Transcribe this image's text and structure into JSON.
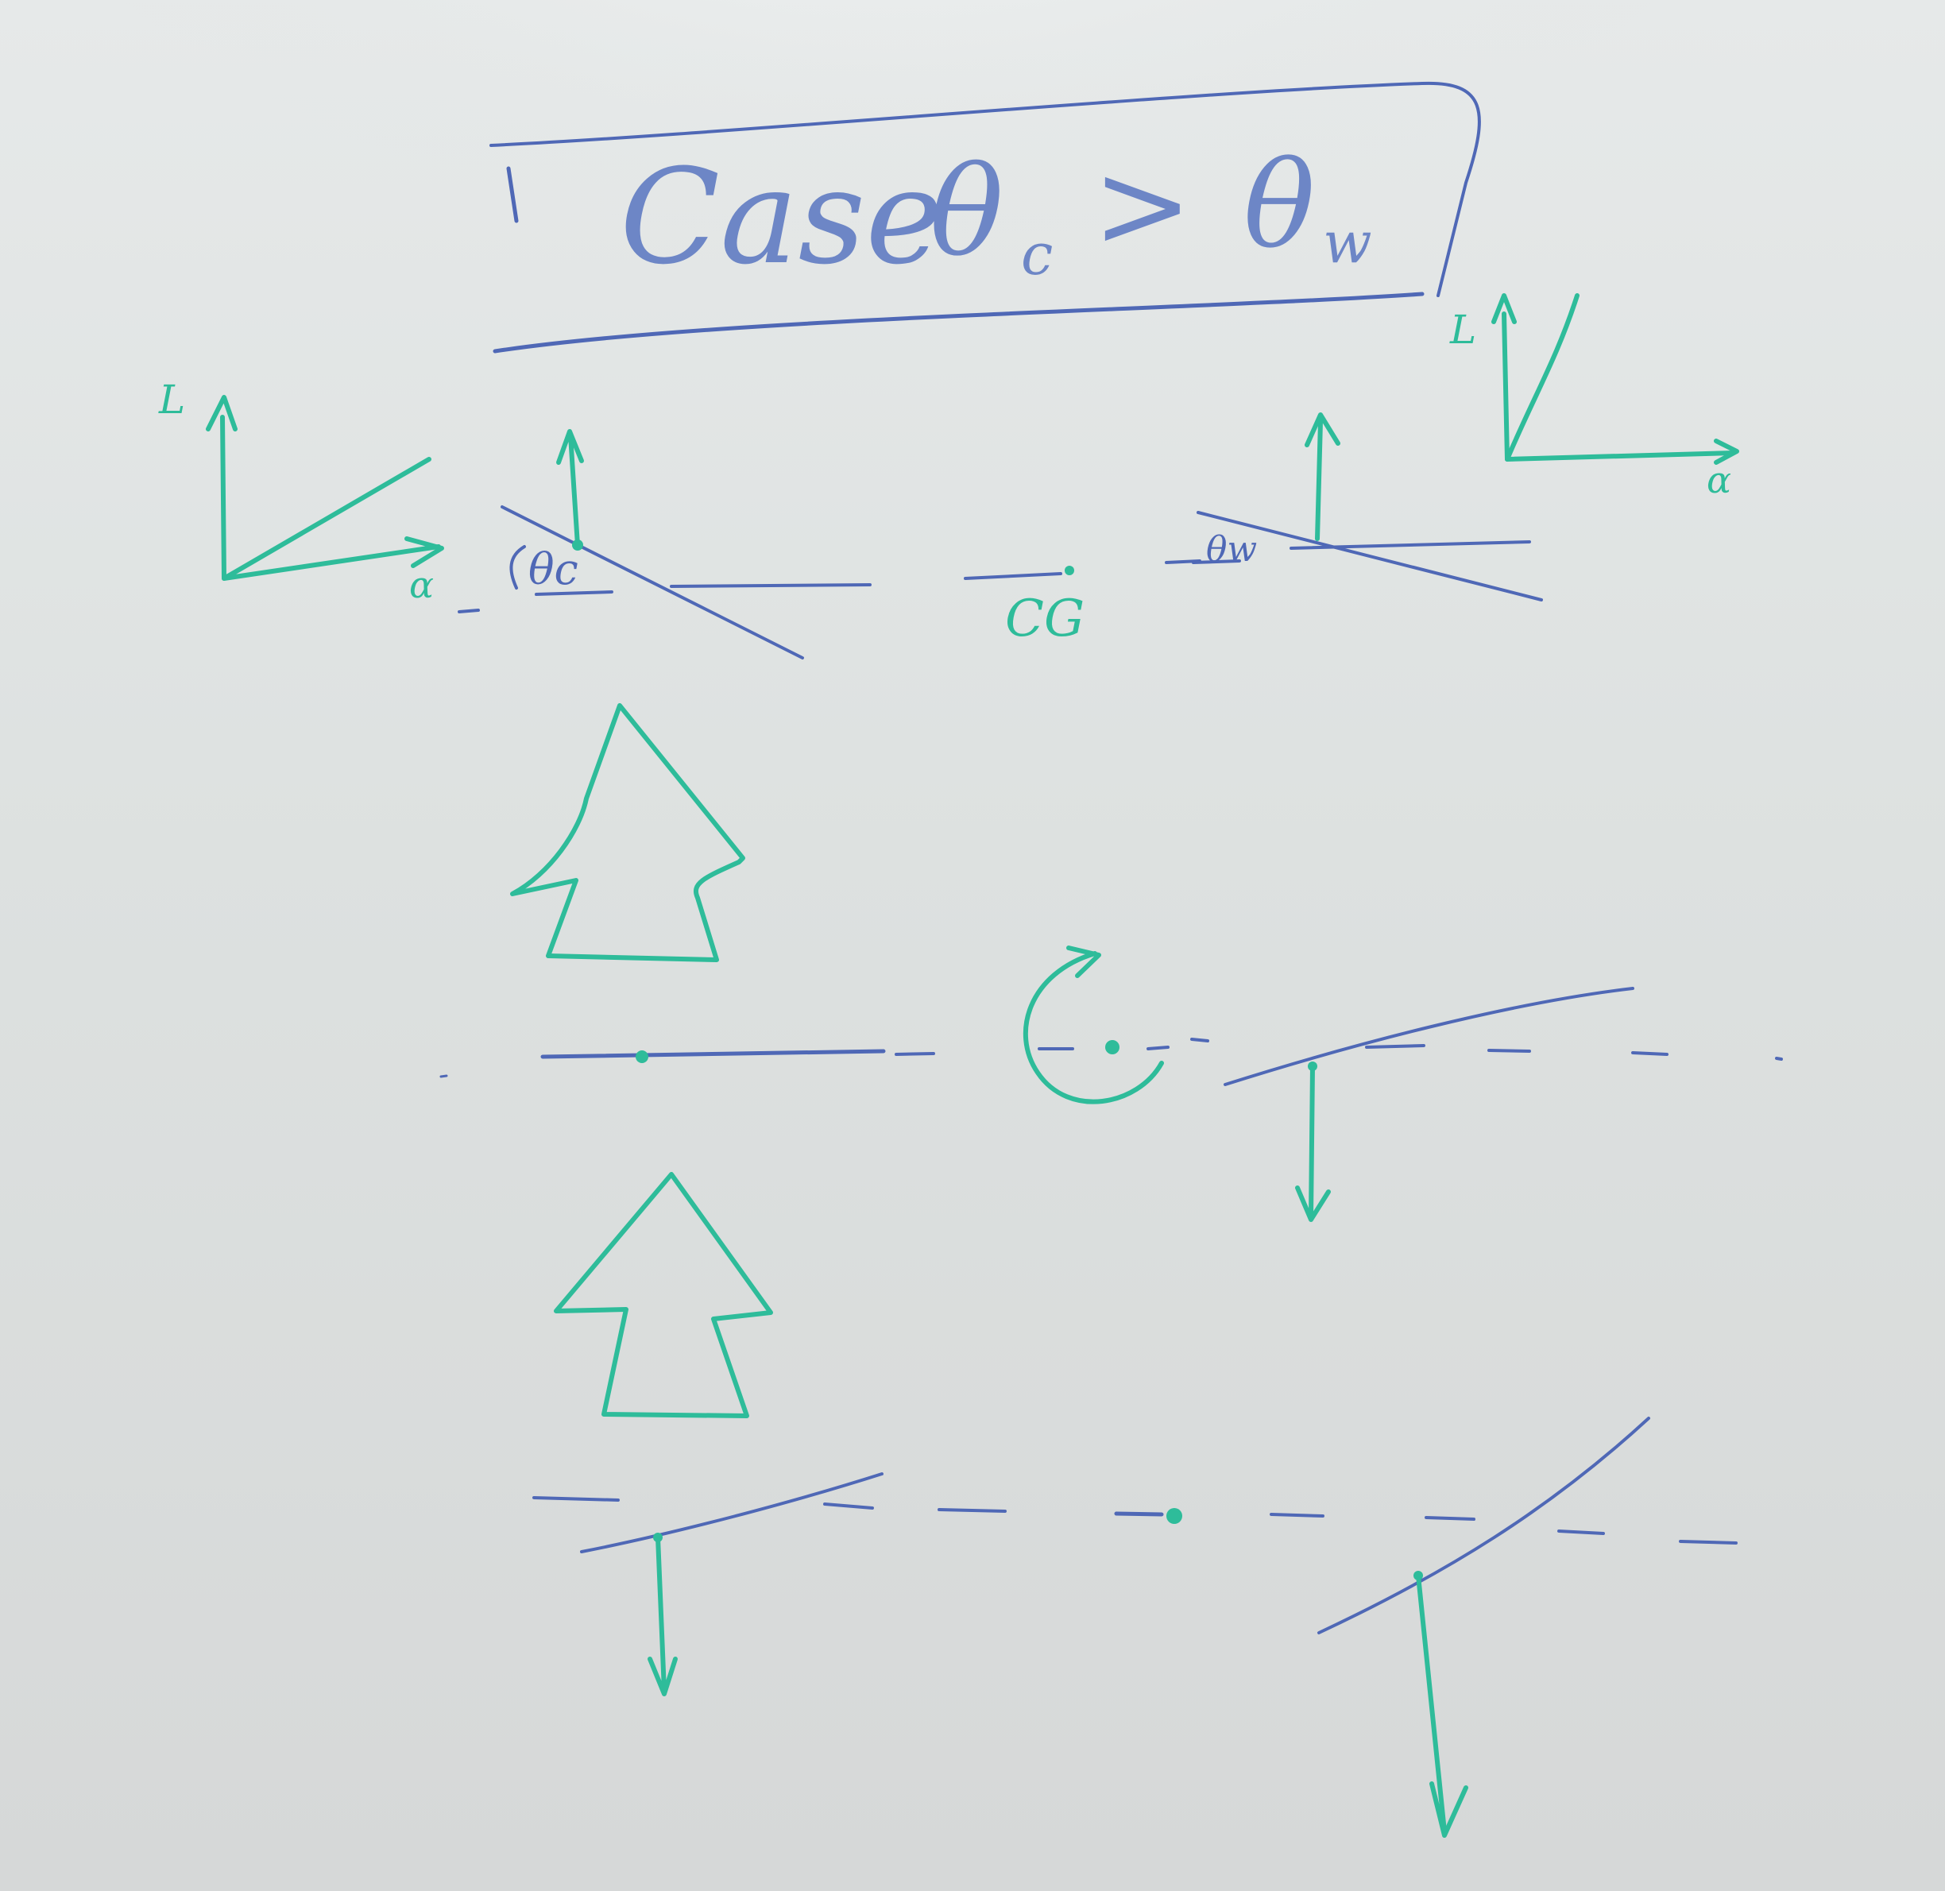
{
  "title": {
    "case_word": "Case",
    "theta": "θ",
    "sub_c": "c",
    "gt": ">",
    "sub_w": "w"
  },
  "left_graph": {
    "y_axis": "L",
    "x_axis": "α"
  },
  "right_graph": {
    "y_axis": "L",
    "x_axis": "α"
  },
  "labels": {
    "theta_c": "θc",
    "theta_w": "θw",
    "cg": "CG"
  },
  "colors": {
    "board": "#dfe3e2",
    "blue_marker": "#4f68b6",
    "green_marker": "#2ebc9a"
  }
}
